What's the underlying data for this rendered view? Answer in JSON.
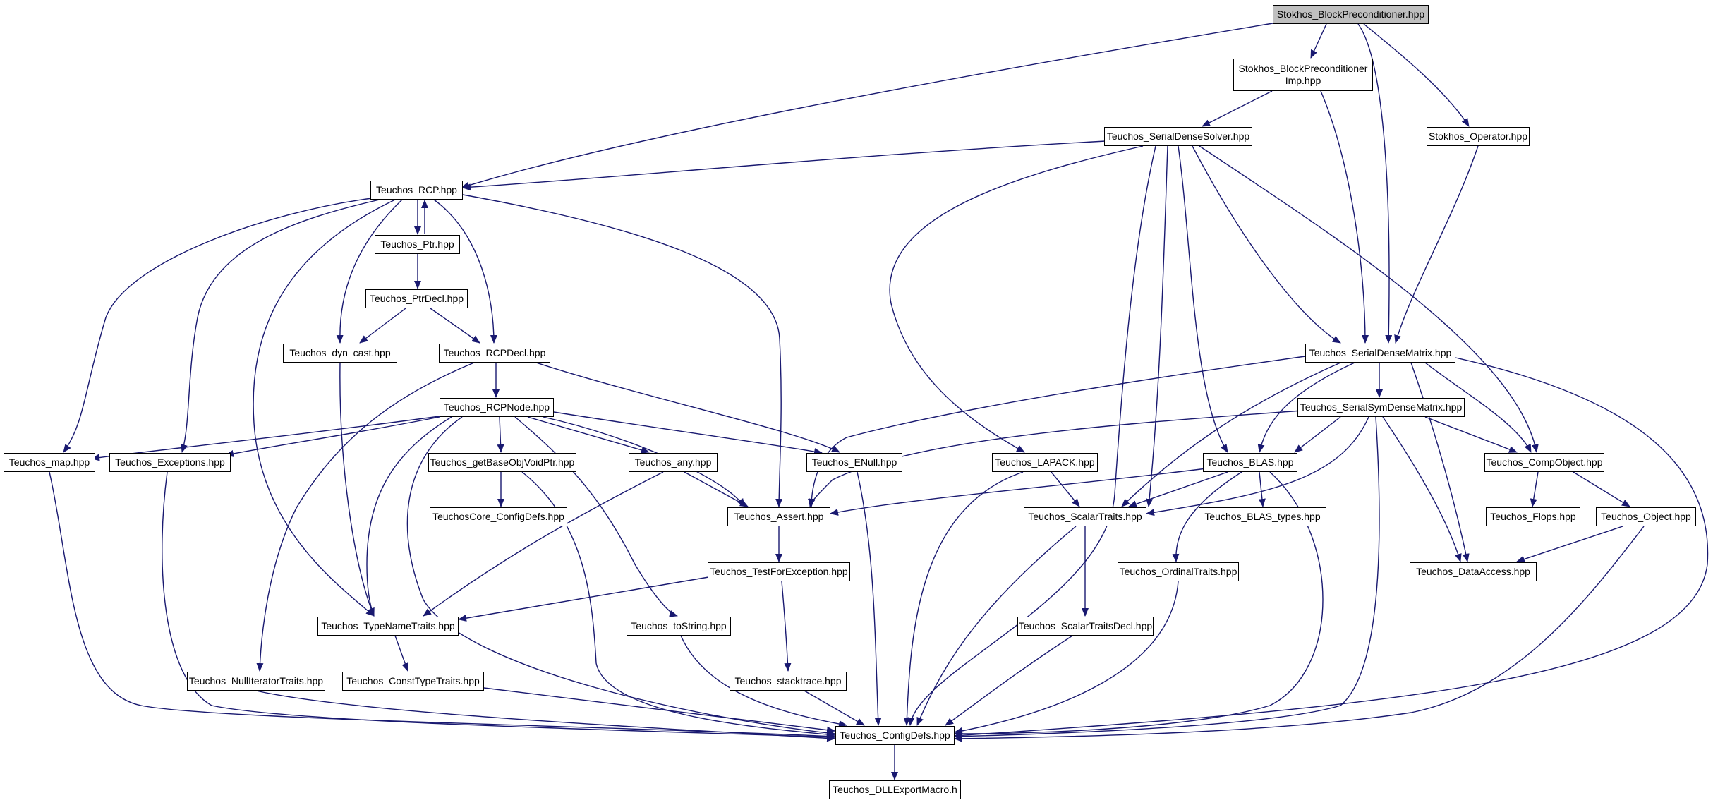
{
  "colors": {
    "edge": "#191970",
    "node_border": "#000000",
    "root_fill": "#bfbfbf",
    "node_fill": "#ffffff"
  },
  "nodes": {
    "stokhos_blockprec": "Stokhos_BlockPreconditioner.hpp",
    "stokhos_blockprec_imp": "Stokhos_BlockPreconditioner\nImp.hpp",
    "stokhos_operator": "Stokhos_Operator.hpp",
    "serialdensesolver": "Teuchos_SerialDenseSolver.hpp",
    "rcp": "Teuchos_RCP.hpp",
    "ptr": "Teuchos_Ptr.hpp",
    "ptrdecl": "Teuchos_PtrDecl.hpp",
    "dyn_cast": "Teuchos_dyn_cast.hpp",
    "rcpdecl": "Teuchos_RCPDecl.hpp",
    "rcpnode": "Teuchos_RCPNode.hpp",
    "map": "Teuchos_map.hpp",
    "exceptions": "Teuchos_Exceptions.hpp",
    "getbaseobjvoidptr": "Teuchos_getBaseObjVoidPtr.hpp",
    "teuchoscore_configdefs": "TeuchosCore_ConfigDefs.hpp",
    "any": "Teuchos_any.hpp",
    "enull": "Teuchos_ENull.hpp",
    "assert": "Teuchos_Assert.hpp",
    "testforexception": "Teuchos_TestForException.hpp",
    "typenametraits": "Teuchos_TypeNameTraits.hpp",
    "tostring": "Teuchos_toString.hpp",
    "nulliteratortraits": "Teuchos_NullIteratorTraits.hpp",
    "consttypetraits": "Teuchos_ConstTypeTraits.hpp",
    "stacktrace": "Teuchos_stacktrace.hpp",
    "configdefs": "Teuchos_ConfigDefs.hpp",
    "dllexportmacro": "Teuchos_DLLExportMacro.h",
    "serialdensematrix": "Teuchos_SerialDenseMatrix.hpp",
    "serialsymdensematrix": "Teuchos_SerialSymDenseMatrix.hpp",
    "lapack": "Teuchos_LAPACK.hpp",
    "blas": "Teuchos_BLAS.hpp",
    "scalartraits": "Teuchos_ScalarTraits.hpp",
    "blas_types": "Teuchos_BLAS_types.hpp",
    "ordinaltraits": "Teuchos_OrdinalTraits.hpp",
    "scalartraitsdecl": "Teuchos_ScalarTraitsDecl.hpp",
    "compobject": "Teuchos_CompObject.hpp",
    "flops": "Teuchos_Flops.hpp",
    "object": "Teuchos_Object.hpp",
    "dataaccess": "Teuchos_DataAccess.hpp"
  }
}
